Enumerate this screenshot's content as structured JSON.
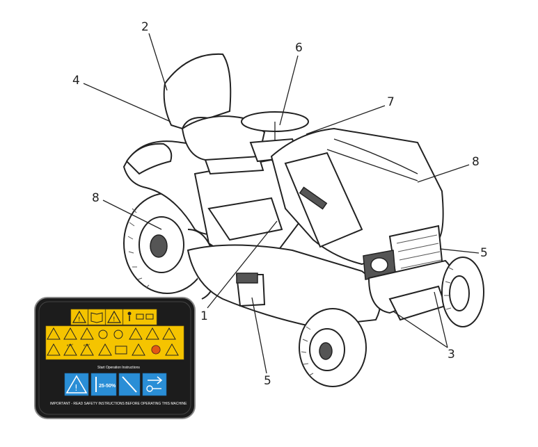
{
  "callouts": [
    {
      "id": "c1",
      "label": "1"
    },
    {
      "id": "c2",
      "label": "2"
    },
    {
      "id": "c3",
      "label": "3"
    },
    {
      "id": "c4",
      "label": "4"
    },
    {
      "id": "c5a",
      "label": "5"
    },
    {
      "id": "c5b",
      "label": "5"
    },
    {
      "id": "c6",
      "label": "6"
    },
    {
      "id": "c7",
      "label": "7"
    },
    {
      "id": "c8a",
      "label": "8"
    },
    {
      "id": "c8b",
      "label": "8"
    }
  ],
  "decal": {
    "section_title": "Start Operation Instructions",
    "percent_label": "25-50%",
    "footer": "IMPORTANT - READ SAFETY INSTRUCTIONS BEFORE OPERATING THIS MACHINE",
    "slope_labels": [
      "≤10°",
      "≤10°"
    ]
  },
  "colors": {
    "warning_yellow": "#f5c400",
    "instruction_blue": "#2a8ed6",
    "decal_background": "#1c1c1c"
  }
}
